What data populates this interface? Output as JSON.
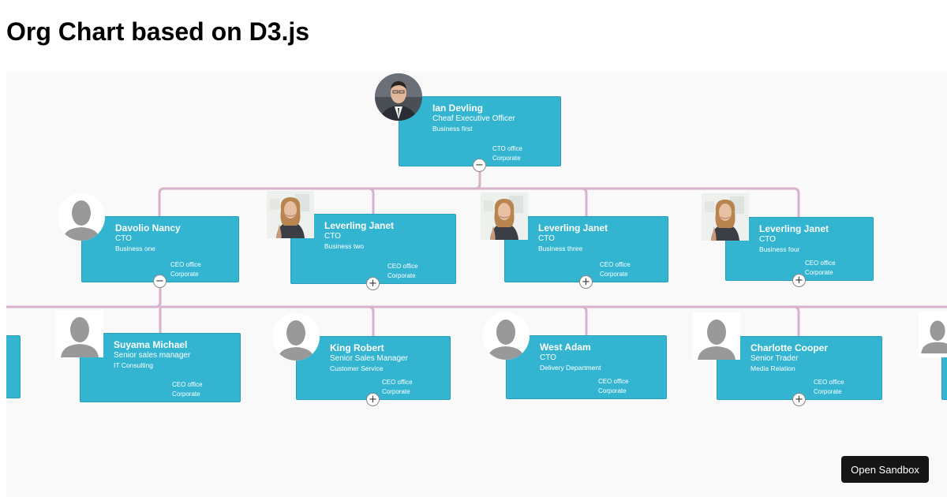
{
  "page": {
    "title": "Org Chart based on D3.js"
  },
  "open_sandbox_label": "Open Sandbox",
  "colors": {
    "node_fill": "#33b5d1",
    "link": "#d8b2cc",
    "canvas": "#f9f9f9",
    "button": "#151515"
  },
  "nodes": [
    {
      "id": "n1",
      "name": "Ian Devling",
      "position": "Cheaf Executive Officer",
      "department": "Business first",
      "office": "CTO office",
      "office_type": "Corporate",
      "avatar": "photo-man",
      "toggle": "−"
    },
    {
      "id": "n2",
      "name": "Davolio Nancy",
      "position": "CTO",
      "department": "Business one",
      "office": "CEO office",
      "office_type": "Corporate",
      "avatar": "silhouette",
      "toggle": "−"
    },
    {
      "id": "n3",
      "name": "Leverling Janet",
      "position": "CTO",
      "department": "Business two",
      "office": "CEO office",
      "office_type": "Corporate",
      "avatar": "photo-woman",
      "toggle": "+"
    },
    {
      "id": "n4",
      "name": "Leverling Janet",
      "position": "CTO",
      "department": "Business three",
      "office": "CEO office",
      "office_type": "Corporate",
      "avatar": "photo-woman",
      "toggle": "+"
    },
    {
      "id": "n5",
      "name": "Leverling Janet",
      "position": "CTO",
      "department": "Business four",
      "office": "CEO office",
      "office_type": "Corporate",
      "avatar": "photo-woman",
      "toggle": "+"
    },
    {
      "id": "n6",
      "name": "Suyama Michael",
      "position": "Senior sales manager",
      "department": "IT Consulting",
      "office": "CEO office",
      "office_type": "Corporate",
      "avatar": "silhouette",
      "toggle": ""
    },
    {
      "id": "n7",
      "name": "King Robert",
      "position": "Senior Sales Manager",
      "department": "Customer Service",
      "office": "CEO office",
      "office_type": "Corporate",
      "avatar": "silhouette",
      "toggle": "+"
    },
    {
      "id": "n8",
      "name": "West Adam",
      "position": "CTO",
      "department": "Delivery Department",
      "office": "CEO office",
      "office_type": "Corporate",
      "avatar": "silhouette",
      "toggle": ""
    },
    {
      "id": "n9",
      "name": "Charlotte Cooper",
      "position": "Senior Trader",
      "department": "Media Relation",
      "office": "CEO office",
      "office_type": "Corporate",
      "avatar": "silhouette",
      "toggle": "+"
    }
  ]
}
